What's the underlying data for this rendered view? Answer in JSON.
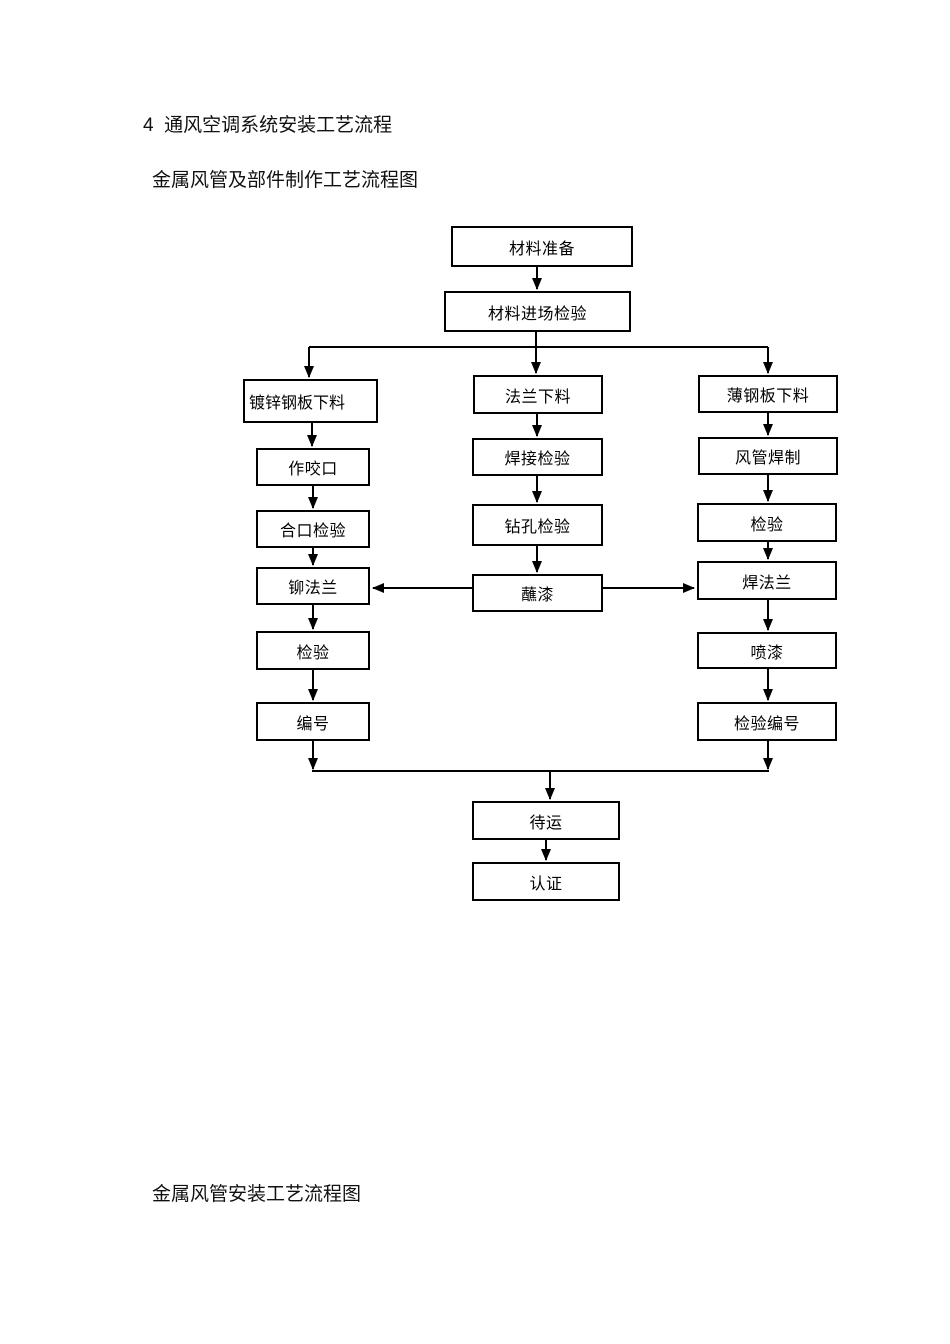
{
  "page": {
    "heading": "4  通风空调系统安装工艺流程",
    "fabrication_flowchart_title": "金属风管及部件制作工艺流程图",
    "installation_flowchart_title": "金属风管安装工艺流程图"
  },
  "flowchart": {
    "nodes": [
      {
        "id": "material_preparation",
        "label": "材料准备"
      },
      {
        "id": "material_entry_inspection",
        "label": "材料进场检验"
      },
      {
        "id": "galvanized_sheet_cutting",
        "label": "镀锌钢板下料"
      },
      {
        "id": "make_seam",
        "label": "作咬口"
      },
      {
        "id": "seam_inspection",
        "label": "合口检验"
      },
      {
        "id": "rivet_flange",
        "label": "铆法兰"
      },
      {
        "id": "inspection_left",
        "label": "检验"
      },
      {
        "id": "numbering",
        "label": "编号"
      },
      {
        "id": "flange_cutting",
        "label": "法兰下料"
      },
      {
        "id": "welding_inspection",
        "label": "焊接检验"
      },
      {
        "id": "drilling_inspection",
        "label": "钻孔检验"
      },
      {
        "id": "dip_paint",
        "label": "蘸漆"
      },
      {
        "id": "thin_steel_sheet_cutting",
        "label": "薄钢板下料"
      },
      {
        "id": "duct_welding",
        "label": "风管焊制"
      },
      {
        "id": "inspection_right",
        "label": "检验"
      },
      {
        "id": "weld_flange",
        "label": "焊法兰"
      },
      {
        "id": "spray_paint",
        "label": "喷漆"
      },
      {
        "id": "inspection_numbering",
        "label": "检验编号"
      },
      {
        "id": "awaiting_transport",
        "label": "待运"
      },
      {
        "id": "certification",
        "label": "认证"
      }
    ],
    "edges": [
      {
        "from": "material_preparation",
        "to": "material_entry_inspection"
      },
      {
        "from": "material_entry_inspection",
        "to": "galvanized_sheet_cutting"
      },
      {
        "from": "material_entry_inspection",
        "to": "flange_cutting"
      },
      {
        "from": "material_entry_inspection",
        "to": "thin_steel_sheet_cutting"
      },
      {
        "from": "galvanized_sheet_cutting",
        "to": "make_seam"
      },
      {
        "from": "make_seam",
        "to": "seam_inspection"
      },
      {
        "from": "seam_inspection",
        "to": "rivet_flange"
      },
      {
        "from": "rivet_flange",
        "to": "inspection_left"
      },
      {
        "from": "inspection_left",
        "to": "numbering"
      },
      {
        "from": "flange_cutting",
        "to": "welding_inspection"
      },
      {
        "from": "welding_inspection",
        "to": "drilling_inspection"
      },
      {
        "from": "drilling_inspection",
        "to": "dip_paint"
      },
      {
        "from": "dip_paint",
        "to": "rivet_flange"
      },
      {
        "from": "dip_paint",
        "to": "weld_flange"
      },
      {
        "from": "thin_steel_sheet_cutting",
        "to": "duct_welding"
      },
      {
        "from": "duct_welding",
        "to": "inspection_right"
      },
      {
        "from": "inspection_right",
        "to": "weld_flange"
      },
      {
        "from": "weld_flange",
        "to": "spray_paint"
      },
      {
        "from": "spray_paint",
        "to": "inspection_numbering"
      },
      {
        "from": "numbering",
        "to": "awaiting_transport"
      },
      {
        "from": "inspection_numbering",
        "to": "awaiting_transport"
      },
      {
        "from": "awaiting_transport",
        "to": "certification"
      }
    ],
    "line_color": "#000000",
    "box_background": "#ffffff"
  }
}
